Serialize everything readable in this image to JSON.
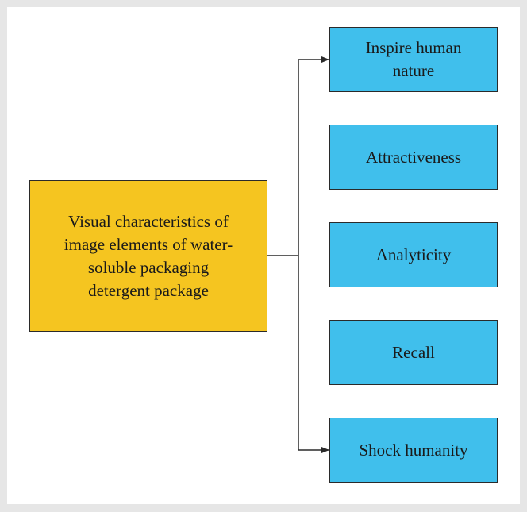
{
  "diagram": {
    "source": {
      "label": "Visual characteristics of image elements of water-soluble packaging detergent package",
      "fill": "#f5c520"
    },
    "targets": [
      {
        "label": "Inspire human nature"
      },
      {
        "label": "Attractiveness"
      },
      {
        "label": "Analyticity"
      },
      {
        "label": "Recall"
      },
      {
        "label": "Shock humanity"
      }
    ],
    "target_fill": "#40bfec",
    "line_color": "#2a2a2a"
  }
}
